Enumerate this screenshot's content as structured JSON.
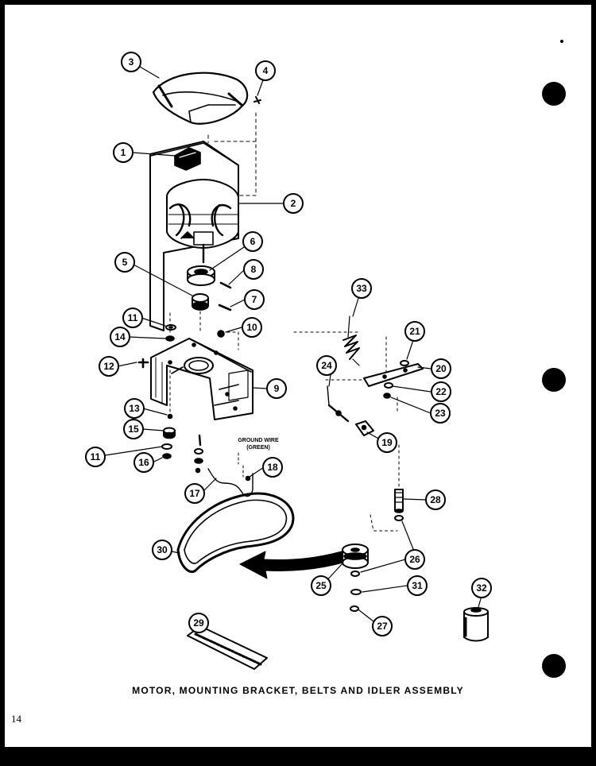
{
  "caption": "MOTOR, MOUNTING BRACKET, BELTS AND IDLER ASSEMBLY",
  "page_number": "14",
  "ground_wire_note": [
    "GROUND WIRE",
    "(GREEN)"
  ],
  "callouts": [
    "1",
    "2",
    "3",
    "4",
    "5",
    "6",
    "7",
    "8",
    "9",
    "10",
    "11",
    "11",
    "12",
    "13",
    "14",
    "15",
    "16",
    "17",
    "18",
    "19",
    "20",
    "21",
    "22",
    "23",
    "24",
    "25",
    "26",
    "27",
    "28",
    "29",
    "30",
    "31",
    "32",
    "33"
  ],
  "colors": {
    "paper": "#ffffff",
    "ink": "#000000",
    "background": "#000000"
  }
}
